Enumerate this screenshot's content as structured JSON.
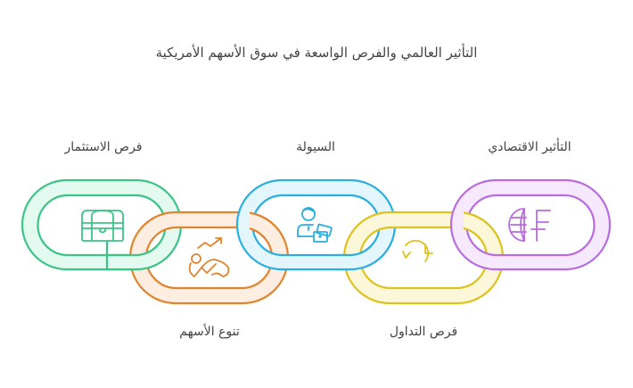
{
  "title": "التأثير العالمي والفرص الواسعة في سوق الأسهم الأمريكية",
  "links": [
    {
      "id": "investment",
      "label": "فرص الاستثمار",
      "icon": "treasure-chest-icon",
      "stroke": "#3cc486",
      "fill": "#e3faf0",
      "position": "top"
    },
    {
      "id": "diversification",
      "label": "تنوع الأسهم",
      "icon": "growth-chart-icon",
      "stroke": "#e0842e",
      "fill": "#fdeee1",
      "position": "bottom"
    },
    {
      "id": "liquidity",
      "label": "السيولة",
      "icon": "person-with-cards-icon",
      "stroke": "#2aaee0",
      "fill": "#e4f6fd",
      "position": "top"
    },
    {
      "id": "trading",
      "label": "فرص التداول",
      "icon": "clock-history-icon",
      "stroke": "#dec21f",
      "fill": "#fdf7da",
      "position": "bottom"
    },
    {
      "id": "economic",
      "label": "التأثير الاقتصادي",
      "icon": "globe-franc-icon",
      "stroke": "#b96be0",
      "fill": "#f6e9fd",
      "position": "top"
    }
  ]
}
